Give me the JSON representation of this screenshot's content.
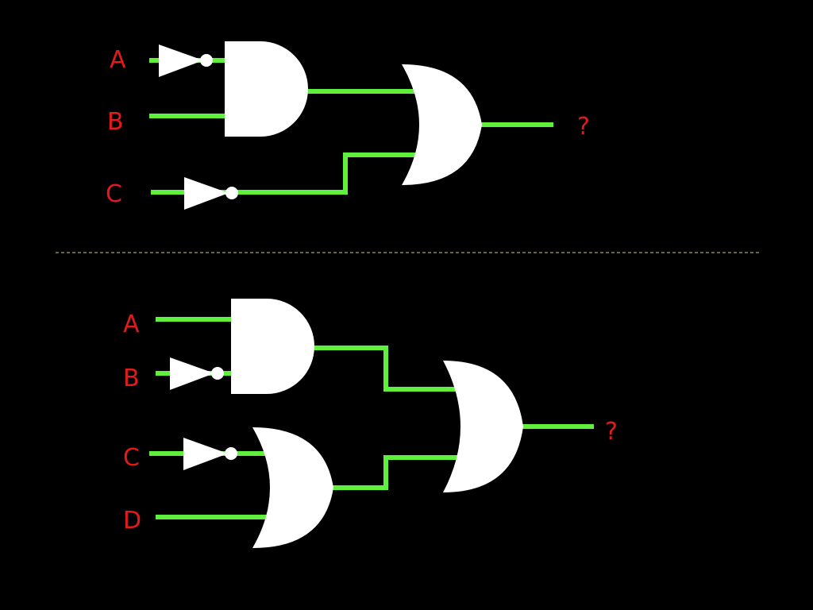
{
  "colors": {
    "background": "#000000",
    "wire": "#5ef03c",
    "gate": "#ffffff",
    "label": "#e11b1b",
    "divider": "#d8c98f"
  },
  "top_circuit": {
    "inputs": [
      "A",
      "B",
      "C"
    ],
    "output_label": "?",
    "gates": [
      "not-gate",
      "and-gate",
      "not-gate",
      "or-gate"
    ]
  },
  "bottom_circuit": {
    "inputs": [
      "A",
      "B",
      "C",
      "D"
    ],
    "output_label": "?",
    "gates": [
      "and-gate",
      "not-gate",
      "not-gate",
      "or-gate",
      "or-gate"
    ]
  }
}
